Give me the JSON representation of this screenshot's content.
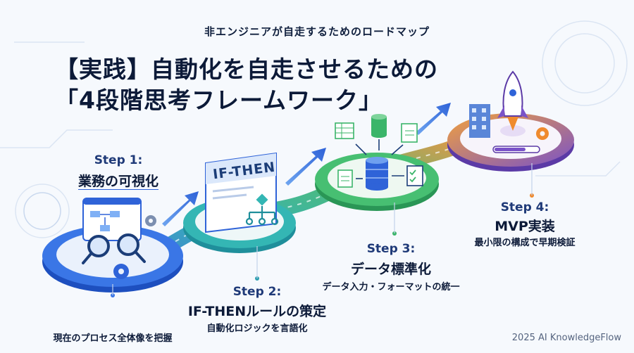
{
  "header": {
    "subtitle": "非エンジニアが自走するためのロードマップ",
    "title_line1": "【実践】自動化を自走させるための",
    "title_line2": "「4段階思考フレームワーク」"
  },
  "steps": [
    {
      "label": "Step 1:",
      "name": "業務の可視化",
      "desc": "現在のプロセス全体像を把握"
    },
    {
      "label": "Step 2:",
      "name": "IF-THENルールの策定",
      "desc": "自動化ロジックを言語化"
    },
    {
      "label": "Step 3:",
      "name": "データ標準化",
      "desc": "データ入力・フォーマットの統一"
    },
    {
      "label": "Step 4:",
      "name": "MVP実装",
      "desc": "最小限の構成で早期検証"
    }
  ],
  "illustration": {
    "card_text": "IF-THEN",
    "icons": [
      "flowchart-icon",
      "magnifier-icon",
      "gear-icon",
      "decision-tree-icon",
      "spreadsheet-icon",
      "database-icon",
      "document-icon",
      "checklist-icon",
      "building-icon",
      "rocket-icon",
      "progress-bar-icon",
      "arrow-icon"
    ]
  },
  "colors": {
    "blue": "#2f63d8",
    "teal": "#25a7a0",
    "green": "#3bb56a",
    "orange": "#ef8a2e",
    "purple": "#7a52c8",
    "navy": "#0c1a38"
  },
  "footer": {
    "text": "2025 AI KnowledgeFlow"
  }
}
